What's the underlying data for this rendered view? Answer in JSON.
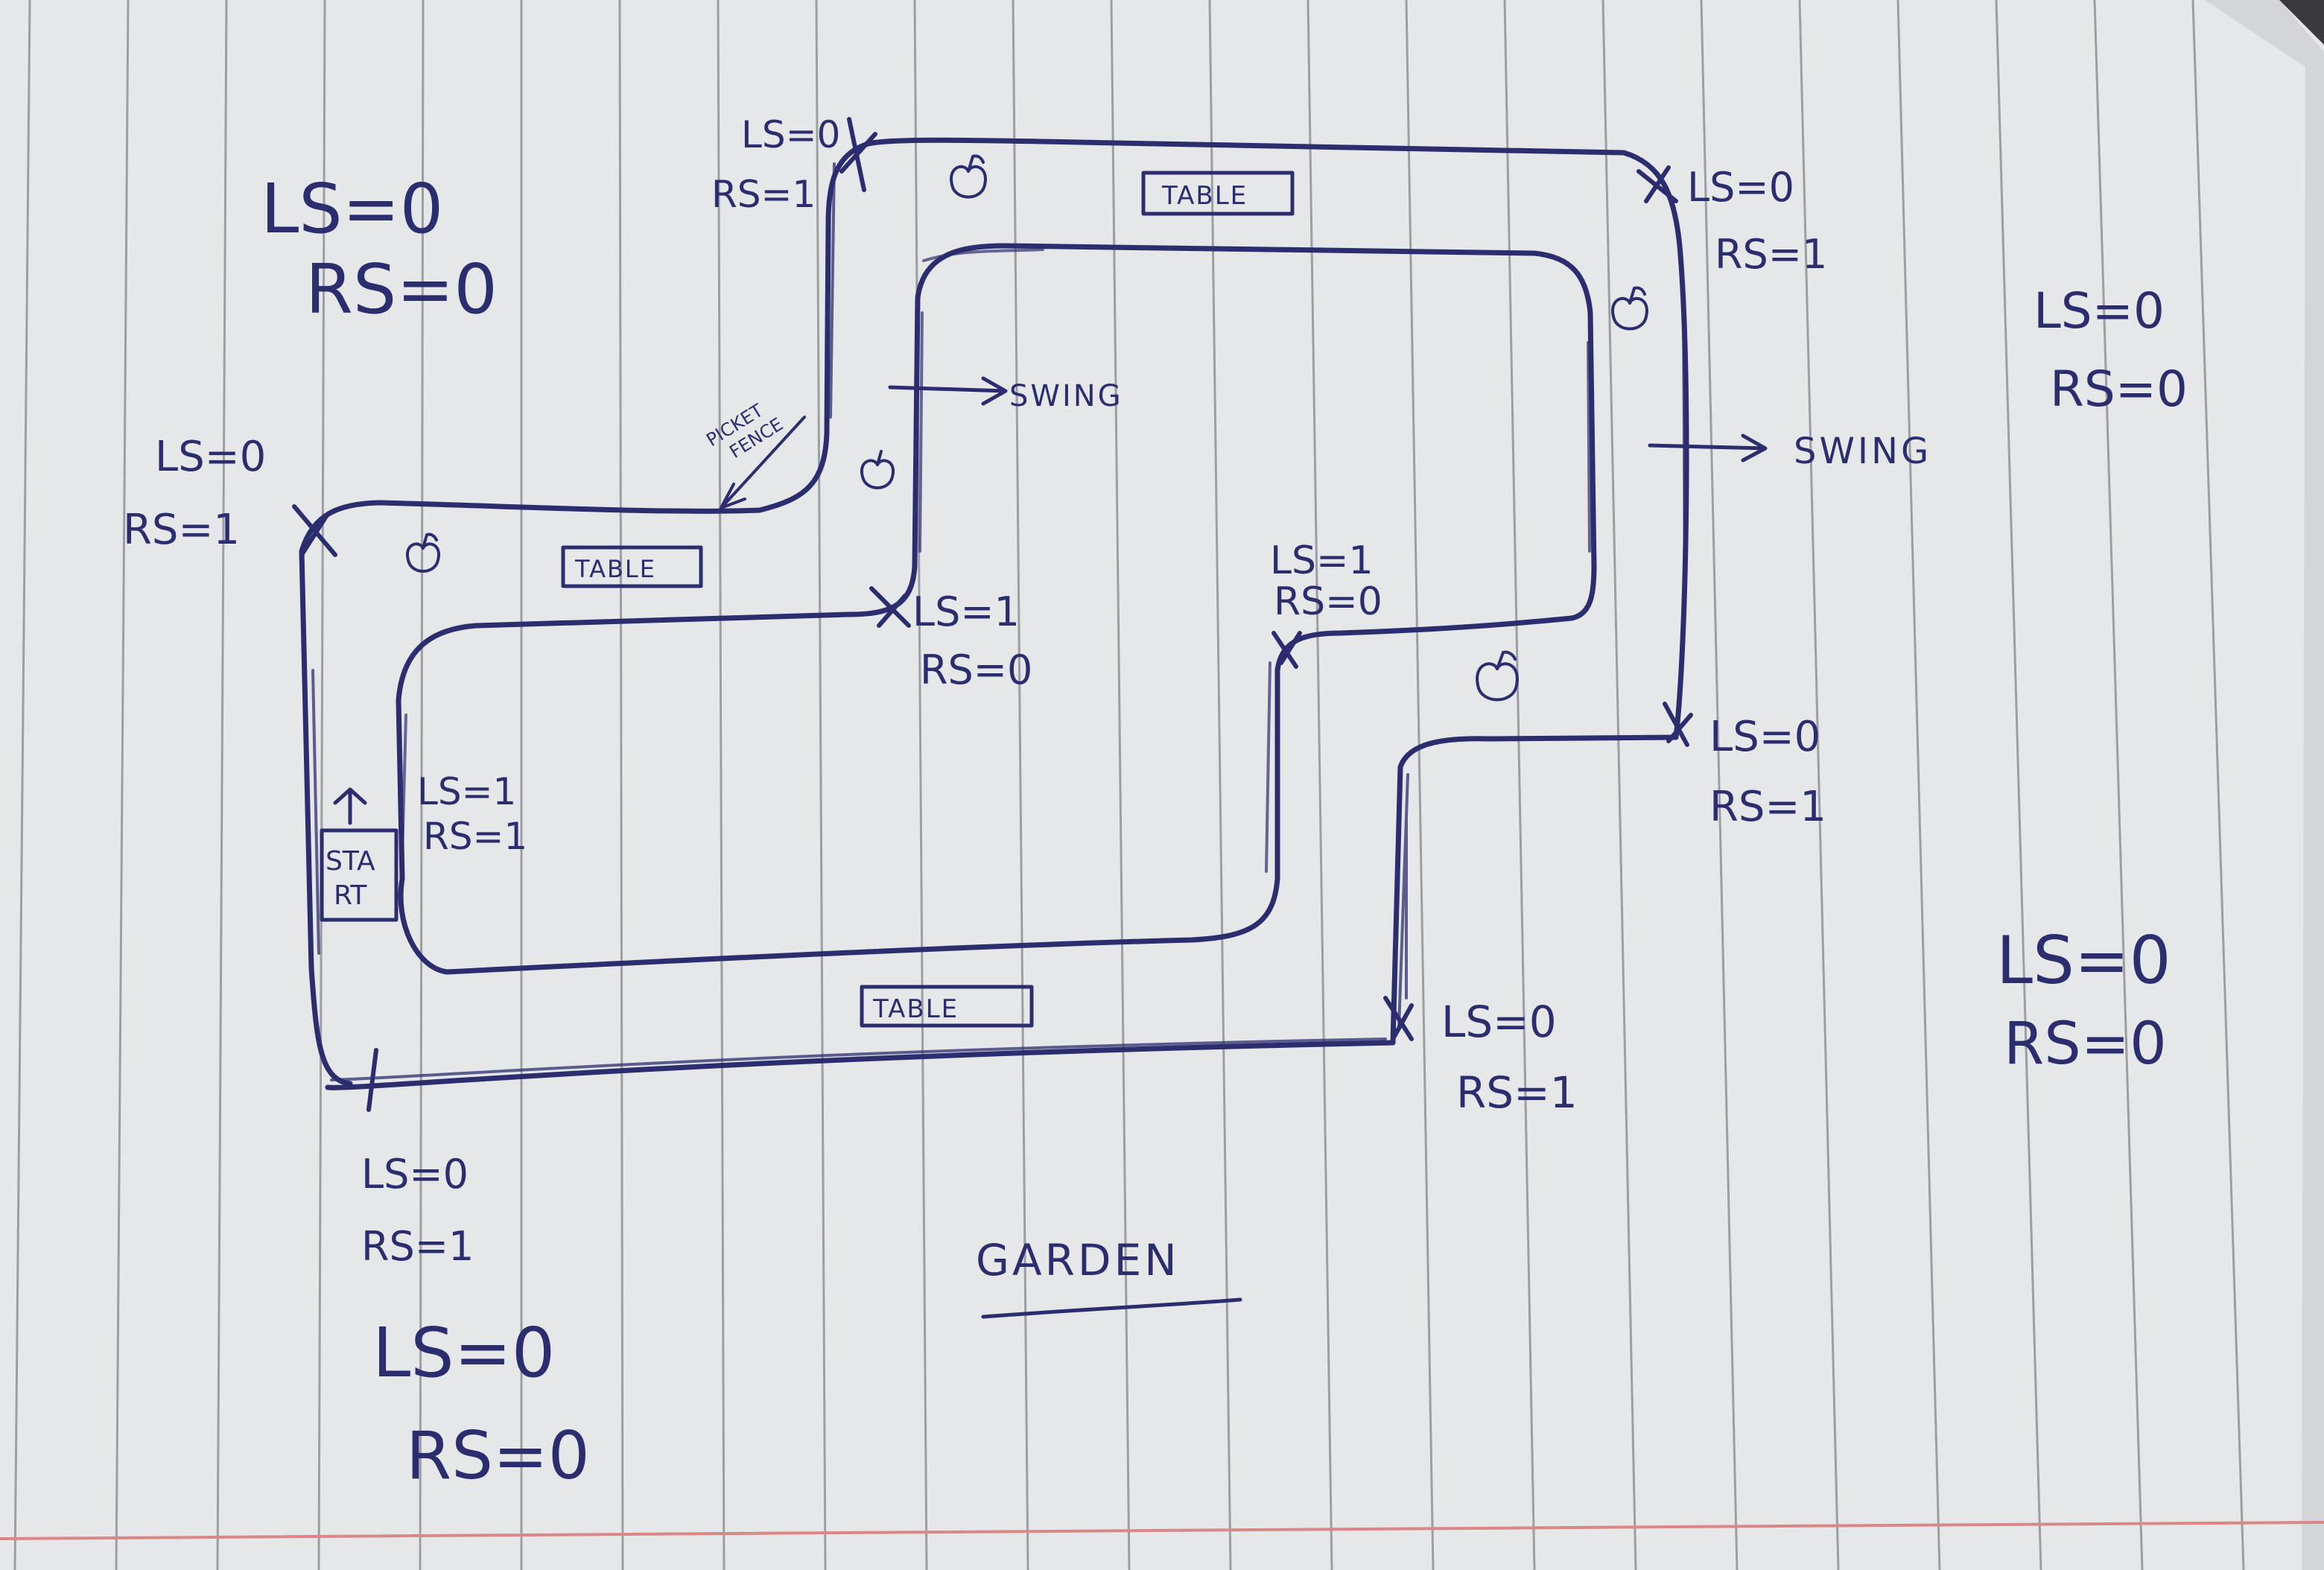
{
  "title": "GARDEN",
  "colors": {
    "paper": "#e6e7e9",
    "paper_edge": "#cfd0d3",
    "rule_line": "#9b9ea5",
    "margin_line": "#d98787",
    "ink": "#2c2d6e",
    "background": "#3a3a3e"
  },
  "track": {
    "start_label_top": "STA",
    "start_label_bottom": "RT"
  },
  "objects": {
    "table_top": "TABLE",
    "table_left": "TABLE",
    "table_bottom": "TABLE",
    "swing_center": "SWING",
    "swing_right": "SWING",
    "fence_line1": "PICKET",
    "fence_line2": "FENCE"
  },
  "checkpoints": [
    {
      "ls": "LS=0",
      "rs": "RS=1"
    },
    {
      "ls": "LS=0",
      "rs": "RS=1"
    },
    {
      "ls": "LS=1",
      "rs": "RS=0"
    },
    {
      "ls": "LS=0",
      "rs": "RS=1"
    },
    {
      "ls": "LS=0",
      "rs": "RS=1"
    },
    {
      "ls": "LS=1",
      "rs": "RS=0"
    },
    {
      "ls": "LS=0",
      "rs": "RS=1"
    },
    {
      "ls": "LS=0",
      "rs": "RS=1"
    },
    {
      "ls": "LS=1",
      "rs": "RS=1"
    }
  ],
  "idle_states": [
    {
      "ls": "LS=0",
      "rs": "RS=0"
    },
    {
      "ls": "LS=0",
      "rs": "RS=0"
    },
    {
      "ls": "LS=0",
      "rs": "RS=0"
    },
    {
      "ls": "LS=0",
      "rs": "RS=0"
    }
  ]
}
